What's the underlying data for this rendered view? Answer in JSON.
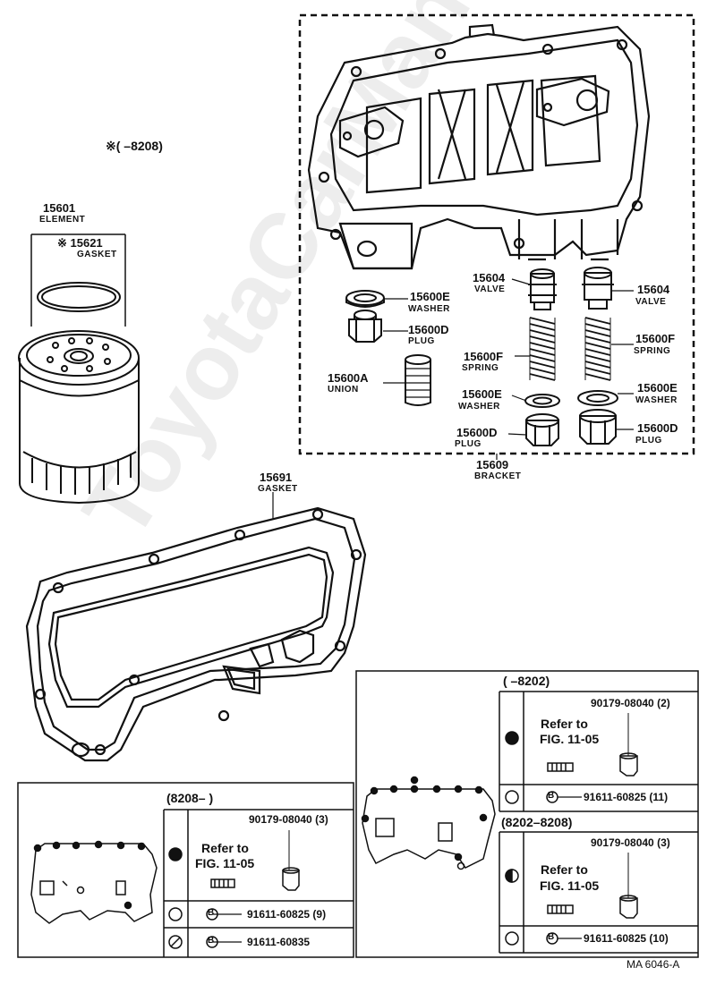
{
  "watermark": "ToyotaCarManu",
  "diagram_code": "MA 6046-A",
  "date_range_top": "※(      –8208)",
  "parts": {
    "element_pn": "15601",
    "element_name": "ELEMENT",
    "gasket_pn": "※ 15621",
    "gasket_name": "GASKET",
    "washer_l_pn": "15600E",
    "washer_l_name": "WASHER",
    "plug_l_pn": "15600D",
    "plug_l_name": "PLUG",
    "union_pn": "15600A",
    "union_name": "UNION",
    "valve_c_pn": "15604",
    "valve_c_name": "VALVE",
    "spring_c_pn": "15600F",
    "spring_c_name": "SPRING",
    "washer_c_pn": "15600E",
    "washer_c_name": "WASHER",
    "plug_c_pn": "15600D",
    "plug_c_name": "PLUG",
    "valve_r_pn": "15604",
    "valve_r_name": "VALVE",
    "spring_r_pn": "15600F",
    "spring_r_name": "SPRING",
    "washer_r_pn": "15600E",
    "washer_r_name": "WASHER",
    "plug_r_pn": "15600D",
    "plug_r_name": "PLUG",
    "bracket_pn": "15609",
    "bracket_name": "BRACKET",
    "big_gasket_pn": "15691",
    "big_gasket_name": "GASKET"
  },
  "box_8208": {
    "header": "(8208–      )",
    "nut_pn": "90179-08040 (3)",
    "refer1": "Refer to",
    "refer2": "FIG. 11-05",
    "bolt1": "91611-60825 (9)",
    "bolt2": "91611-60835",
    "b_mark": "B"
  },
  "box_8202": {
    "header": "(      –8202)",
    "nut_pn": "90179-08040 (2)",
    "refer1": "Refer to",
    "refer2": "FIG. 11-05",
    "bolt1": "91611-60825 (11)",
    "b_mark": "B"
  },
  "box_8202_8208": {
    "header": "(8202–8208)",
    "nut_pn": "90179-08040 (3)",
    "refer1": "Refer to",
    "refer2": "FIG. 11-05",
    "bolt1": "91611-60825 (10)",
    "b_mark": "B"
  }
}
